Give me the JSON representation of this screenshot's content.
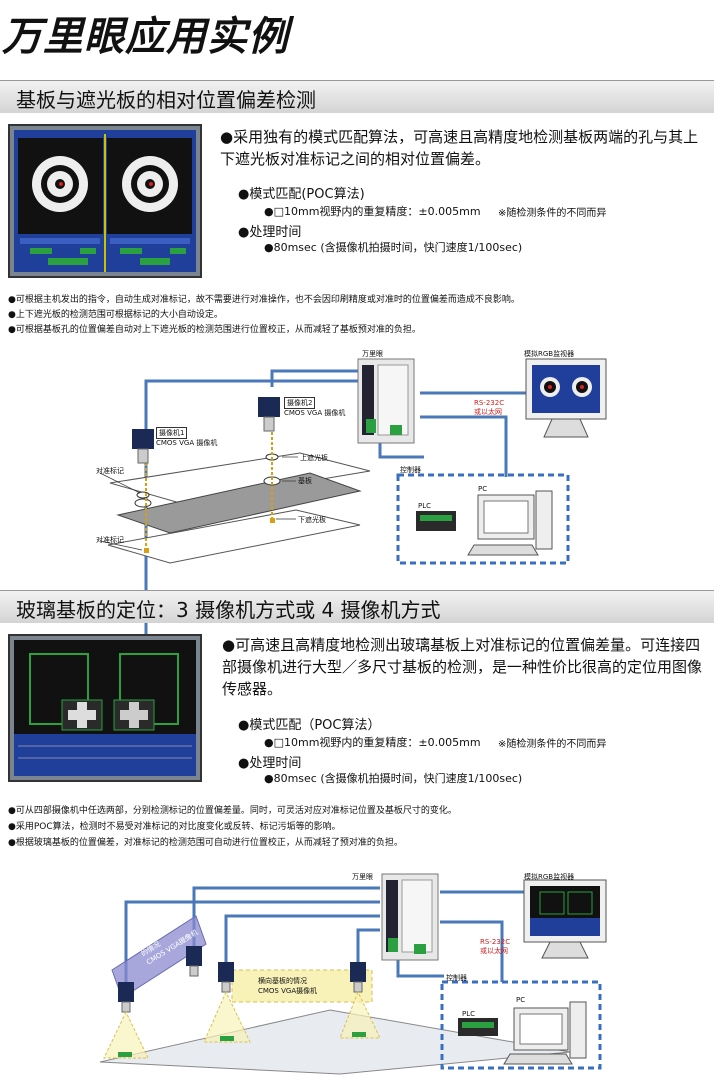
{
  "page_title": "万里眼应用实例",
  "section1": {
    "title": "基板与遮光板的相对位置偏差检测",
    "desc": "●采用独有的模式匹配算法，可高速且高精度地检测基板两端的孔与其上下遮光板对准标记之间的相对位置偏差。",
    "feat1_title": "●模式匹配(POC算法)",
    "feat1_detail": "●□10mm视野内的重复精度：±0.005mm",
    "feat1_note": "※随检测条件的不同而异",
    "feat2_title": "●处理时间",
    "feat2_detail": "●80msec (含摄像机拍摄时间，快门速度1/100sec)",
    "bullets": [
      "●可根据主机发出的指令，自动生成对准标记，故不需要进行对准操作，也不会因印刷精度或对准时的位置偏差而造成不良影响。",
      "●上下遮光板的检测范围可根据标记的大小自动设定。",
      "●可根据基板孔的位置偏差自动对上下遮光板的检测范围进行位置校正，从而减轻了基板预对准的负担。"
    ],
    "diagram": {
      "controller": "万里眼",
      "monitor": "模拟RGB监视器",
      "comm": "RS-232C\n或以太网",
      "control_box": "控制器",
      "plc": "PLC",
      "pc": "PC",
      "cam1_tag": "摄像机1",
      "cam1_desc": "CMOS VGA 摄像机",
      "cam2_tag": "摄像机2",
      "cam2_desc": "CMOS VGA 摄像机",
      "upper_plate": "上遮光板",
      "substrate": "基板",
      "lower_plate": "下遮光板",
      "mark_a": "对准标记",
      "mark_b": "对准标记"
    }
  },
  "section2": {
    "title": "玻璃基板的定位：3 摄像机方式或 4 摄像机方式",
    "desc": "●可高速且高精度地检测出玻璃基板上对准标记的位置偏差量。可连接四部摄像机进行大型／多尺寸基板的检测，是一种性价比很高的定位用图像传感器。",
    "feat1_title": "●模式匹配（POC算法）",
    "feat1_detail": "●□10mm视野内的重复精度：±0.005mm",
    "feat1_note": "※随检测条件的不同而异",
    "feat2_title": "●处理时间",
    "feat2_detail": "●80msec (含摄像机拍摄时间，快门速度1/100sec)",
    "bullets": [
      "●可从四部摄像机中任选两部，分别检测标记的位置偏差量。同时，可灵活对应对准标记位置及基板尺寸的变化。",
      "●采用POC算法，检测时不易受对准标记的对比度变化或反转、标记污垢等的影响。",
      "●根据玻璃基板的位置偏差，对准标记的检测范围可自动进行位置校正，从而减轻了预对准的负担。"
    ],
    "diagram": {
      "controller": "万里眼",
      "monitor": "模拟RGB监视器",
      "comm": "RS-232C\n或以太网",
      "control_box": "控制器",
      "plc": "PLC",
      "pc": "PC",
      "vertical_label": "纵向基板\n的情况\nCMOS VGA摄像机",
      "horizontal_label": "横向基板的情况\nCMOS VGA摄像机"
    }
  },
  "colors": {
    "screen_blue": "#1f3f9a",
    "cable_blue": "#4a78b8",
    "dashed_blue": "#3a6fc0",
    "comm_red": "#d02020",
    "screen_green": "#2aa040"
  }
}
